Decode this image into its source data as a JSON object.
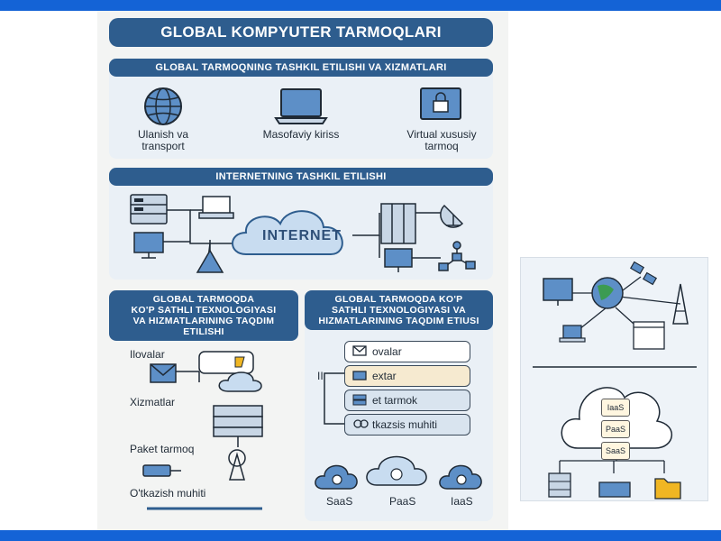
{
  "title": "GLOBAL KOMPYUTER TARMOQLARI",
  "section1": {
    "heading": "GLOBAL TARMOQNING TASHKIL ETILISHI VA XIZMATLARI",
    "items": [
      {
        "label_line1": "Ulanish va",
        "label_line2": "transport",
        "icon": "globe-icon"
      },
      {
        "label_line1": "Masofaviy kiriss",
        "label_line2": "",
        "icon": "laptop-icon"
      },
      {
        "label_line1": "Virtual xususiy",
        "label_line2": "tarmoq",
        "icon": "lock-monitor-icon"
      }
    ]
  },
  "section2": {
    "heading": "INTERNETNING TASHKIL ETILISHI",
    "cloud_label": "INTERNET"
  },
  "section3": {
    "heading_lines": [
      "GLOBAL TARMOQDA",
      "KO'P SATHLI TEXNOLOGIYASI",
      "VA HIZMATLARINING TAQDIM",
      "ETILISHI"
    ],
    "labels": [
      "Ilovalar",
      "Xizmatlar",
      "Paket tarmoq",
      "O'tkazish muhiti"
    ]
  },
  "section4": {
    "heading_lines": [
      "GLOBAL TARMOQDA KO'P",
      "SATHLI TEXNOLOGIYASI VA",
      "HIZMATLARINING TAQDIM ETIUSI"
    ],
    "side_mark": "II",
    "stack": [
      "ovalar",
      "extar",
      "et tarmok",
      "tkazsis muhiti"
    ],
    "clouds": [
      "SaaS",
      "PaaS",
      "IaaS"
    ]
  },
  "side_panel": {
    "services": [
      "IaaS",
      "PaaS",
      "SaaS"
    ]
  },
  "colors": {
    "banner": "#2e5d8e",
    "panel": "#eaf0f6",
    "accent_blue": "#1463d6",
    "icon_fill": "#5d8fc7",
    "stack_highlight": "#f6ead0"
  }
}
